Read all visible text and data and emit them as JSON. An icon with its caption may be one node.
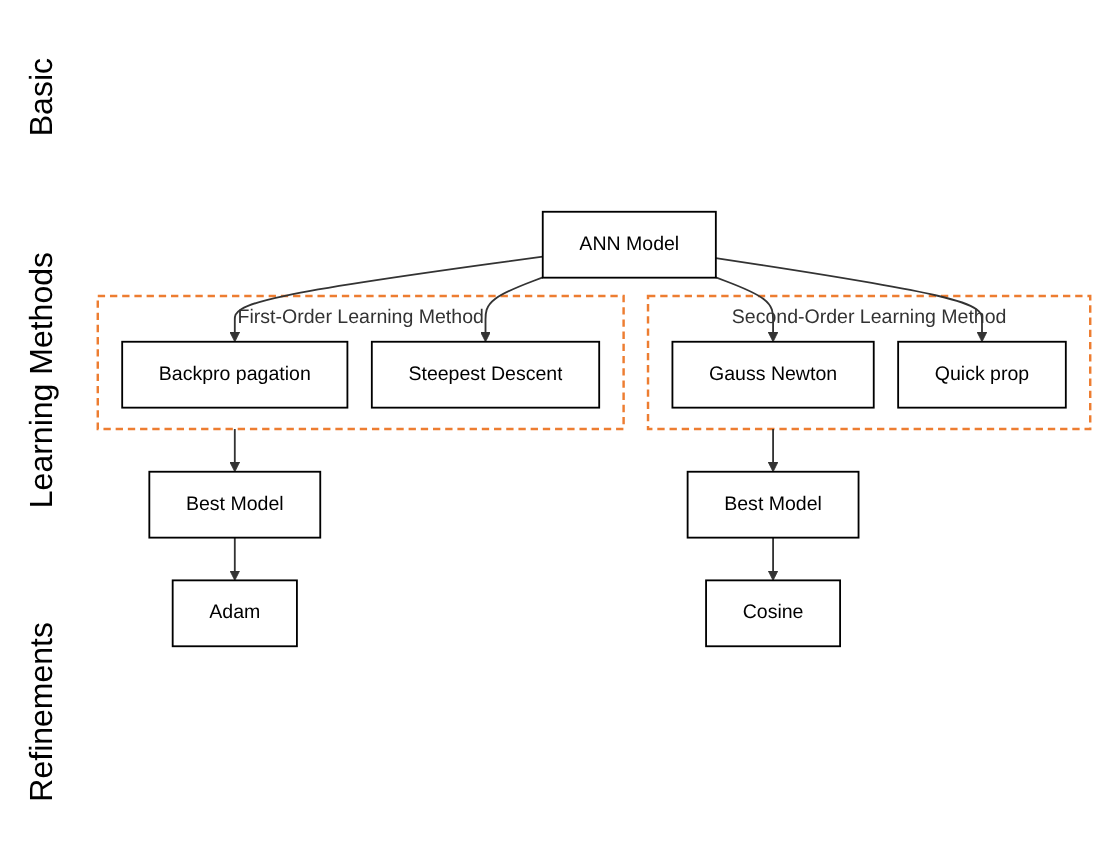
{
  "diagram": {
    "nodes": [
      {
        "text": [
          "ANN Model"
        ]
      },
      {
        "text": [
          "First-Order Learning Method"
        ]
      },
      {
        "text": [
          "Backpro pagation"
        ],
        "in": 1
      },
      {
        "text": [
          "Steepest Descent"
        ],
        "in": 1
      },
      {
        "text": [
          "Second-Order Learning Method"
        ]
      },
      {
        "text": [
          "Gauss Newton"
        ],
        "in": 4
      },
      {
        "text": [
          "Quick prop"
        ],
        "in": 4
      },
      {
        "text": [
          "Best Model"
        ]
      },
      {
        "text": [
          "Adam"
        ]
      },
      {
        "text": [
          "Best Model"
        ]
      },
      {
        "text": [
          "Cosine"
        ]
      }
    ],
    "edges": [
      {
        "from": 0,
        "to": 2,
        "arrow": "to"
      },
      {
        "from": 0,
        "to": 3,
        "arrow": "to"
      },
      {
        "from": 0,
        "to": 5,
        "arrow": "to"
      },
      {
        "from": 0,
        "to": 6,
        "arrow": "to"
      },
      {
        "from": 1,
        "to": 7,
        "arrow": "to"
      },
      {
        "from": 4,
        "to": 9,
        "arrow": "to"
      },
      {
        "from": 7,
        "to": 8,
        "arrow": "to"
      },
      {
        "from": 9,
        "to": 10,
        "arrow": "to"
      }
    ],
    "labels": [
      "Basic",
      "Learning Methods",
      "Refinements"
    ]
  }
}
